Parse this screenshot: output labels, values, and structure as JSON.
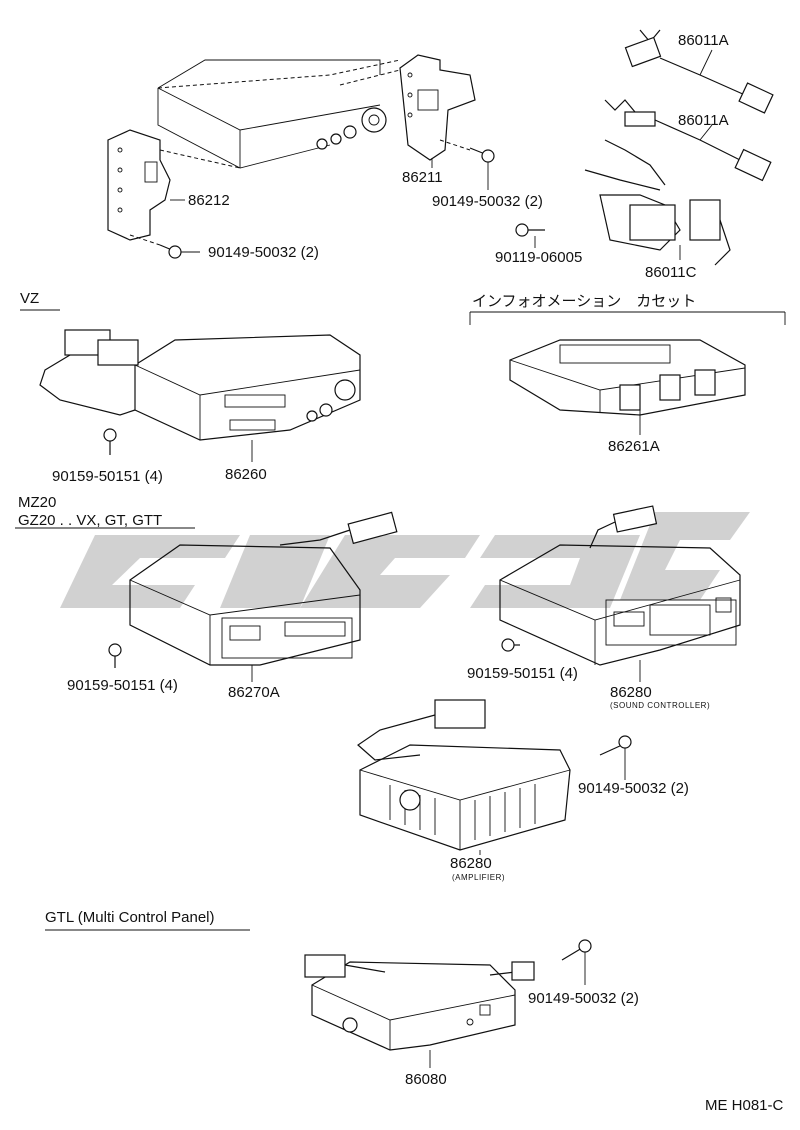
{
  "title_code": "ME H081-C",
  "watermark": "",
  "groups": {
    "vz": "VZ",
    "mz20": "MZ20",
    "gz20": "GZ20 . . VX, GT, GTT",
    "gtl": "GTL (Multi Control Panel)",
    "info_cassette": "インフォオメーション　カセット"
  },
  "parts": {
    "p86011A_1": "86011A",
    "p86011A_2": "86011A",
    "p86011C": "86011C",
    "p90119_06005": "90119-06005",
    "p86211": "86211",
    "p90149_50032_top": "90149-50032 (2)",
    "p86212": "86212",
    "p90149_50032_left": "90149-50032 (2)",
    "p86260": "86260",
    "p90159_50151_vz": "90159-50151 (4)",
    "p86261A": "86261A",
    "p86270A": "86270A",
    "p90159_50151_mz": "90159-50151 (4)",
    "p86280_sc": "86280",
    "sub_sound_controller": "(SOUND CONTROLLER)",
    "p90159_50151_sc": "90159-50151 (4)",
    "p86280_amp": "86280",
    "sub_amplifier": "(AMPLIFIER)",
    "p90149_50032_amp": "90149-50032 (2)",
    "p86080": "86080",
    "p90149_50032_gtl": "90149-50032 (2)"
  }
}
